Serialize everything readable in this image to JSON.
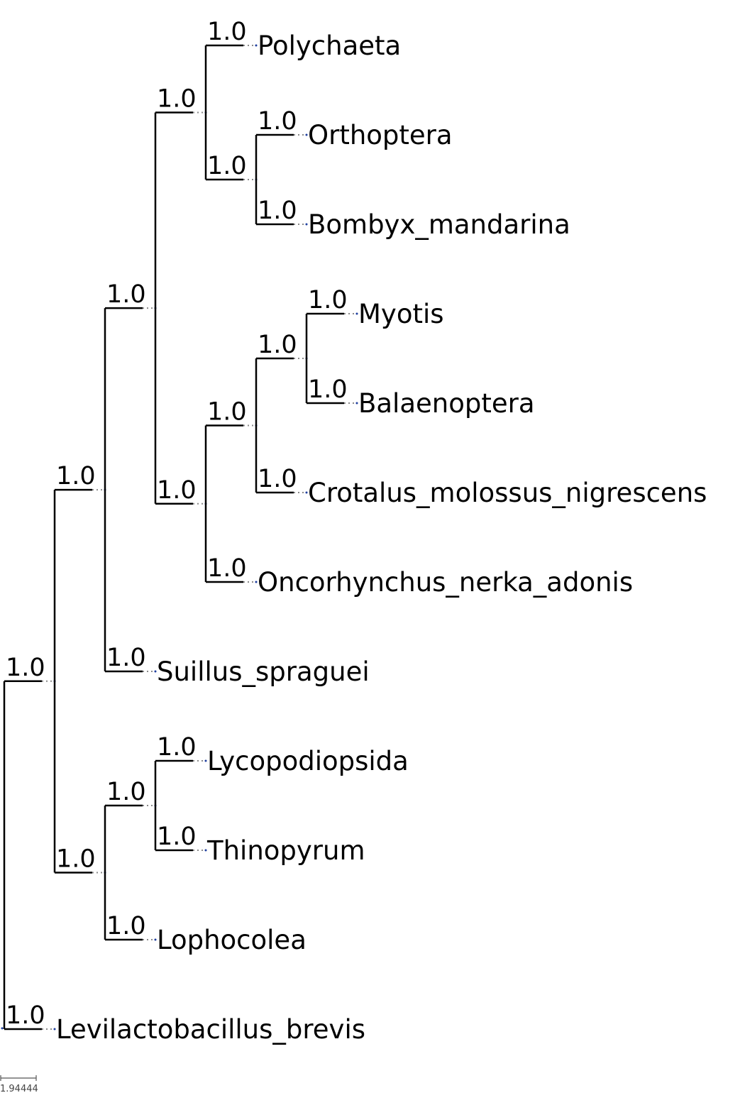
{
  "tree": {
    "support": "1.0",
    "children": [
      {
        "support": "1.0",
        "children": [
          {
            "support": "1.0",
            "children": [
              {
                "support": "1.0",
                "children": [
                  {
                    "support": "1.0",
                    "children": [
                      {
                        "name": "Polychaeta",
                        "support": "1.0"
                      },
                      {
                        "support": "1.0",
                        "children": [
                          {
                            "name": "Orthoptera",
                            "support": "1.0"
                          },
                          {
                            "name": "Bombyx_mandarina",
                            "support": "1.0"
                          }
                        ]
                      }
                    ]
                  },
                  {
                    "support": "1.0",
                    "children": [
                      {
                        "support": "1.0",
                        "children": [
                          {
                            "support": "1.0",
                            "children": [
                              {
                                "name": "Myotis",
                                "support": "1.0"
                              },
                              {
                                "name": "Balaenoptera",
                                "support": "1.0"
                              }
                            ]
                          },
                          {
                            "name": "Crotalus_molossus_nigrescens",
                            "support": "1.0"
                          }
                        ]
                      },
                      {
                        "name": "Oncorhynchus_nerka_adonis",
                        "support": "1.0"
                      }
                    ]
                  }
                ]
              },
              {
                "name": "Suillus_spraguei",
                "support": "1.0"
              }
            ]
          },
          {
            "support": "1.0",
            "children": [
              {
                "support": "1.0",
                "children": [
                  {
                    "name": "Lycopodiopsida",
                    "support": "1.0"
                  },
                  {
                    "name": "Thinopyrum",
                    "support": "1.0"
                  }
                ]
              },
              {
                "name": "Lophocolea",
                "support": "1.0"
              }
            ]
          }
        ]
      },
      {
        "name": "Levilactobacillus_brevis",
        "support": "1.0"
      }
    ]
  },
  "scale": {
    "label": "1.94444"
  }
}
